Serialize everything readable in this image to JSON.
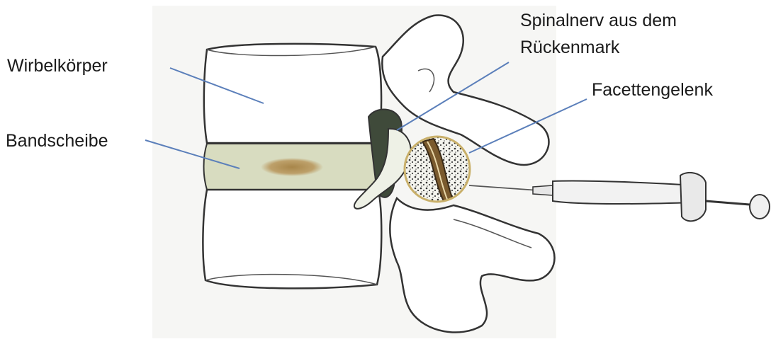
{
  "labels": {
    "vertebral_body": "Wirbelkörper",
    "disc": "Bandscheibe",
    "spinal_nerve_line1": "Spinalnerv aus dem",
    "spinal_nerve_line2": "Rückenmark",
    "facet_joint": "Facettengelenk"
  },
  "colors": {
    "leader_line": "#5b7fba",
    "disc_fill": "#d8dcc0",
    "nucleus": "#a8864a",
    "bone_outline": "#333333",
    "joint_ring": "#c9b06a"
  }
}
